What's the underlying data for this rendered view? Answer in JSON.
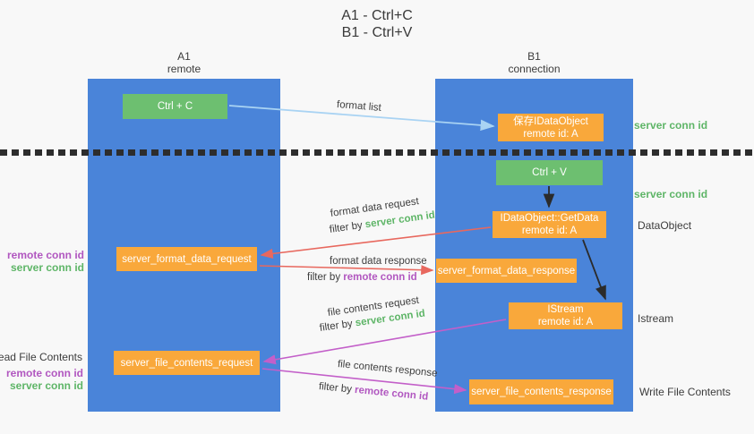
{
  "title": {
    "line1": "A1 - Ctrl+C",
    "line2": "B1 - Ctrl+V"
  },
  "lanes": {
    "a": {
      "id": "A1",
      "role": "remote"
    },
    "b": {
      "id": "B1",
      "role": "connection"
    }
  },
  "nodes": {
    "ctrl_c": {
      "label": "Ctrl + C"
    },
    "save_dataobject": {
      "line1": "保存IDataObject",
      "line2": "remote id: A"
    },
    "ctrl_v": {
      "label": "Ctrl + V"
    },
    "getdata": {
      "line1": "IDataObject::GetData",
      "line2": "remote id: A"
    },
    "format_request": {
      "label": "server_format_data_request"
    },
    "format_response": {
      "label": "server_format_data_response"
    },
    "istream": {
      "line1": "IStream",
      "line2": "remote id: A"
    },
    "file_request": {
      "label": "server_file_contents_request"
    },
    "file_response": {
      "label": "server_file_contents_response"
    }
  },
  "annotations": {
    "right": {
      "server_conn_id_top": "server conn id",
      "server_conn_id_mid": "server conn id",
      "dataobject": "DataObject",
      "istream": "Istream",
      "write_file_contents": "Write File Contents"
    },
    "left": {
      "format_remote_conn_id": "remote conn id",
      "format_server_conn_id": "server conn id",
      "read_file_contents": "Read File Contents",
      "file_remote_conn_id": "remote conn id",
      "file_server_conn_id": "server conn id"
    }
  },
  "flows": {
    "format_list": {
      "label": "format list"
    },
    "format_data_request": {
      "label": "format data request",
      "filter_prefix": "filter by ",
      "filter_key": "server conn id"
    },
    "format_data_response": {
      "label": "format data response",
      "filter_prefix": "filter by ",
      "filter_key": "remote conn id"
    },
    "file_contents_request": {
      "label": "file contents request",
      "filter_prefix": "filter by ",
      "filter_key": "server conn id"
    },
    "file_contents_response": {
      "label": "file contents response",
      "filter_prefix": "filter by ",
      "filter_key": "remote conn id"
    }
  },
  "colors": {
    "lane_blue": "#4a84d9",
    "node_green": "#6dbf70",
    "node_orange": "#f9a83b",
    "accent_green": "#5eb567",
    "accent_purple": "#b157c0",
    "arrow_blue": "#a9d3f3",
    "arrow_red": "#e8685e",
    "arrow_purple": "#c35fc9",
    "arrow_black": "#2b2b2b"
  }
}
